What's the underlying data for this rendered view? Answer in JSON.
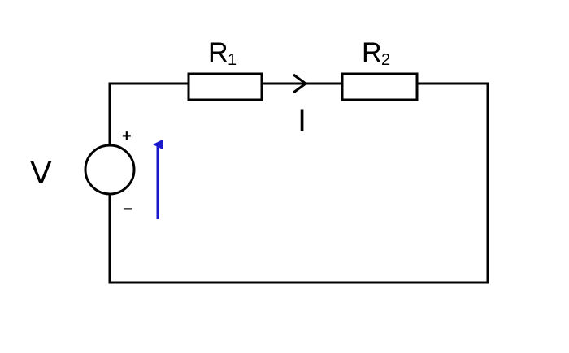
{
  "labels": {
    "source": "V",
    "r1": "R",
    "r1_sub": "1",
    "r2": "R",
    "r2_sub": "2",
    "current": "I",
    "plus": "+",
    "minus": "−"
  },
  "colors": {
    "wire": "#000000",
    "voltage_arrow": "#1a1acc"
  }
}
